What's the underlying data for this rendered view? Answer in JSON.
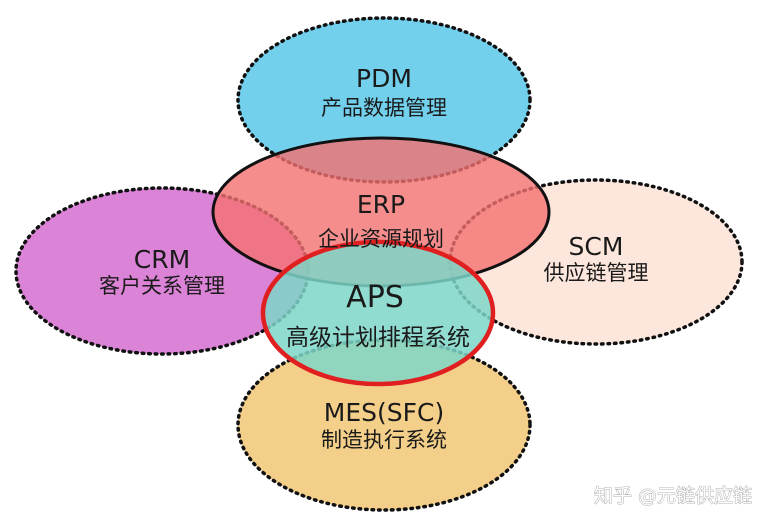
{
  "diagram": {
    "nodes": {
      "pdm": {
        "title": "PDM",
        "subtitle": "产品数据管理",
        "color": "#5bc8ea"
      },
      "crm": {
        "title": "CRM",
        "subtitle": "客户关系管理",
        "color": "#d56dd0"
      },
      "scm": {
        "title": "SCM",
        "subtitle": "供应链管理",
        "color": "#fde3d6"
      },
      "mes": {
        "title": "MES(SFC)",
        "subtitle": "制造执行系统",
        "color": "#f2c774"
      },
      "erp": {
        "title": "ERP",
        "subtitle": "企业资源规划",
        "color": "#f47070"
      },
      "aps": {
        "title": "APS",
        "subtitle": "高级计划排程系统",
        "color": "#7ed6c8",
        "border_color": "#e02020"
      }
    }
  },
  "watermark": "知乎 @元链供应链"
}
